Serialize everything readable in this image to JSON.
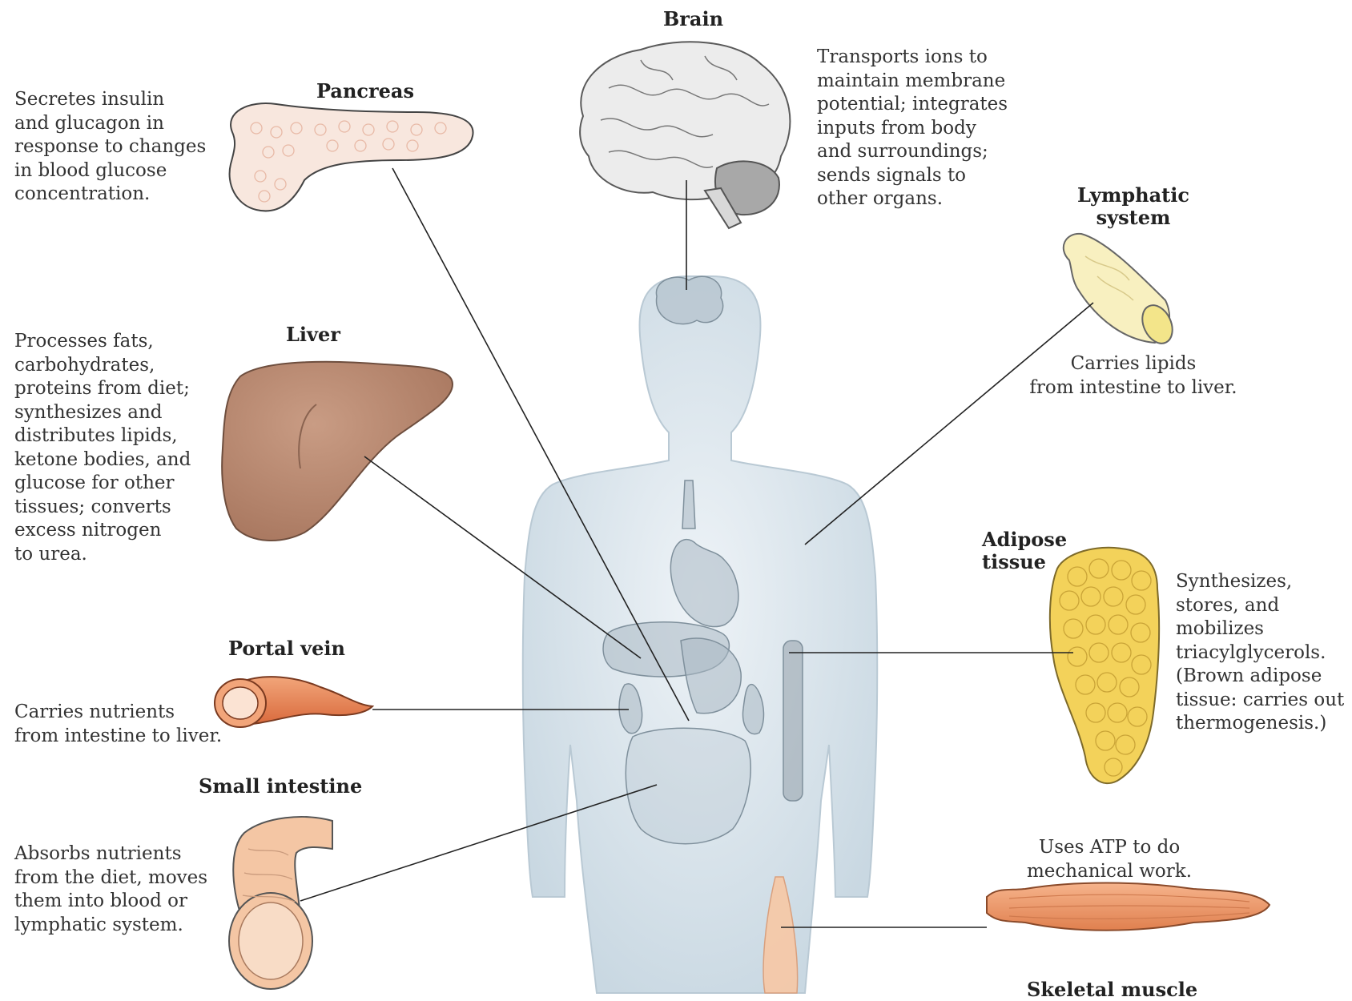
{
  "organs": {
    "brain": {
      "name": "Brain",
      "description": "Transports ions to\nmaintain membrane\npotential; integrates\ninputs from body\nand surroundings;\nsends signals to\nother organs."
    },
    "pancreas": {
      "name": "Pancreas",
      "description": "Secretes insulin\nand glucagon in\nresponse to changes\nin blood glucose\nconcentration."
    },
    "liver": {
      "name": "Liver",
      "description": "Processes fats,\ncarbohydrates,\nproteins from diet;\nsynthesizes and\ndistributes lipids,\nketone bodies, and\nglucose for other\ntissues; converts\nexcess nitrogen\nto urea."
    },
    "lymphatic_system": {
      "name": "Lymphatic\nsystem",
      "description": "Carries lipids\nfrom intestine to liver."
    },
    "adipose_tissue": {
      "name": "Adipose\ntissue",
      "description": "Synthesizes,\nstores, and\nmobilizes\ntriacylglycerols.\n(Brown adipose\ntissue: carries out\nthermogenesis.)"
    },
    "portal_vein": {
      "name": "Portal vein",
      "description": "Carries nutrients\nfrom intestine to liver."
    },
    "small_intestine": {
      "name": "Small intestine",
      "description": "Absorbs nutrients\nfrom the diet, moves\nthem into blood or\nlymphatic system."
    },
    "skeletal_muscle": {
      "name": "Skeletal muscle",
      "description": "Uses ATP to do\nmechanical work."
    }
  },
  "colors": {
    "body": "#dfe8ee",
    "liver": "#b98a72",
    "pancreas": "#f8e7de",
    "adipose": "#f3d25a",
    "portal_vein": "#e78a5a",
    "intestine": "#f4c6a4",
    "muscle": "#ef9a6c",
    "lymphatic": "#f7efb8",
    "brain": "#ececec",
    "leader_line": "#222222"
  }
}
